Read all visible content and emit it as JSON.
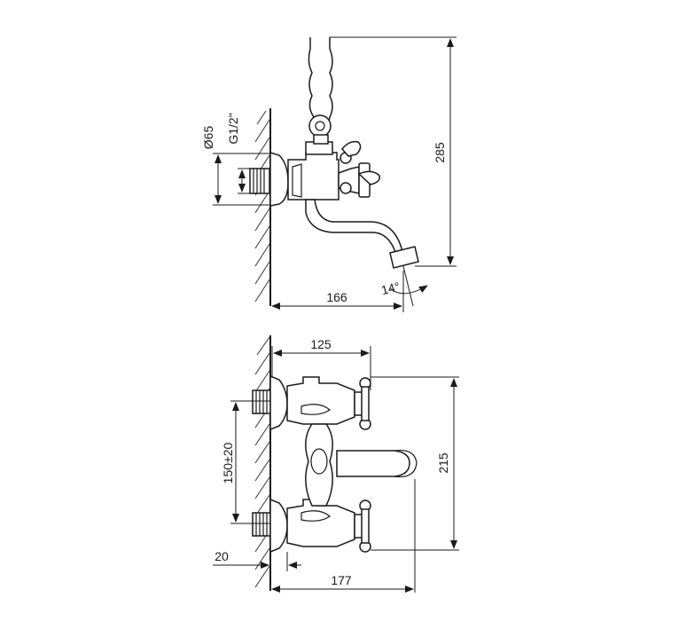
{
  "dimensions": {
    "top_view": {
      "height": "285",
      "depth": "166",
      "flange_diameter": "Ø65",
      "thread": "G1/2\"",
      "spout_angle": "14°"
    },
    "front_view": {
      "handle_span": "125",
      "height": "215",
      "center_distance": "150±20",
      "offset": "20",
      "depth": "177"
    }
  }
}
